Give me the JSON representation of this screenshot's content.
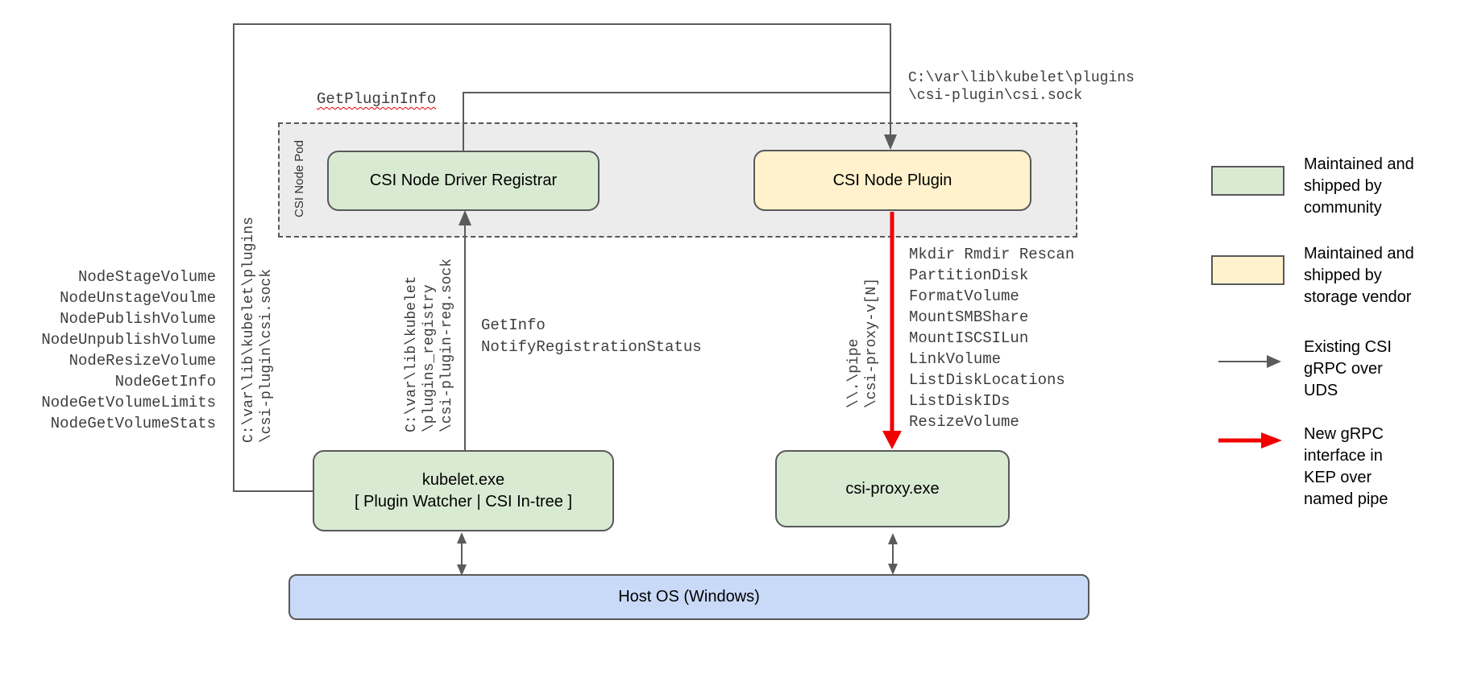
{
  "nodes": {
    "pod": {
      "label": "CSI Node Pod"
    },
    "registrar": {
      "label": "CSI Node Driver Registrar"
    },
    "plugin": {
      "label": "CSI Node Plugin"
    },
    "kubelet": {
      "line1": "kubelet.exe",
      "line2": "[ Plugin Watcher | CSI In-tree ]"
    },
    "csi_proxy": {
      "label": "csi-proxy.exe"
    },
    "host_os": {
      "label": "Host OS (Windows)"
    }
  },
  "annotations": {
    "get_plugin_info": "GetPluginInfo",
    "plugin_socket_path": "C:\\var\\lib\\kubelet\\plugins\n\\csi-plugin\\csi.sock",
    "plugin_socket_path_vertical": "C:\\var\\lib\\kubelet\\plugins\n\\csi-plugin\\csi.sock",
    "registration_socket_path_vertical": "C:\\var\\lib\\kubelet\n\\plugins_registry\n\\csi-plugin-reg.sock",
    "registration_rpcs": "GetInfo\nNotifyRegistrationStatus",
    "named_pipe_vertical": "\\\\.\\pipe\n\\csi-proxy-v[N]",
    "node_rpcs": [
      "NodeStageVolume",
      "NodeUnstageVoulme",
      "NodePublishVolume",
      "NodeUnpublishVolume",
      "NodeResizeVolume",
      "NodeGetInfo",
      "NodeGetVolumeLimits",
      "NodeGetVolumeStats"
    ],
    "proxy_rpcs": [
      "Mkdir Rmdir Rescan",
      "PartitionDisk",
      "FormatVolume",
      "MountSMBShare",
      "MountISCSILun",
      "LinkVolume",
      "ListDiskLocations",
      "ListDiskIDs",
      "ResizeVolume"
    ]
  },
  "legend": {
    "items": [
      {
        "swatch": "green",
        "text": "Maintained and\nshipped by\ncommunity"
      },
      {
        "swatch": "yellow",
        "text": "Maintained and\nshipped by\nstorage vendor"
      },
      {
        "swatch": "gray-arrow",
        "text": "Existing CSI\ngRPC over\nUDS"
      },
      {
        "swatch": "red-arrow",
        "text": "New gRPC\ninterface in\nKEP over\nnamed pipe"
      }
    ]
  },
  "colors": {
    "community_green": "#d9ead3",
    "vendor_yellow": "#fff2cc",
    "host_blue": "#c9daf8",
    "pod_gray": "#ececec",
    "line_gray": "#5b5b5b",
    "arrow_red": "#f20000"
  }
}
